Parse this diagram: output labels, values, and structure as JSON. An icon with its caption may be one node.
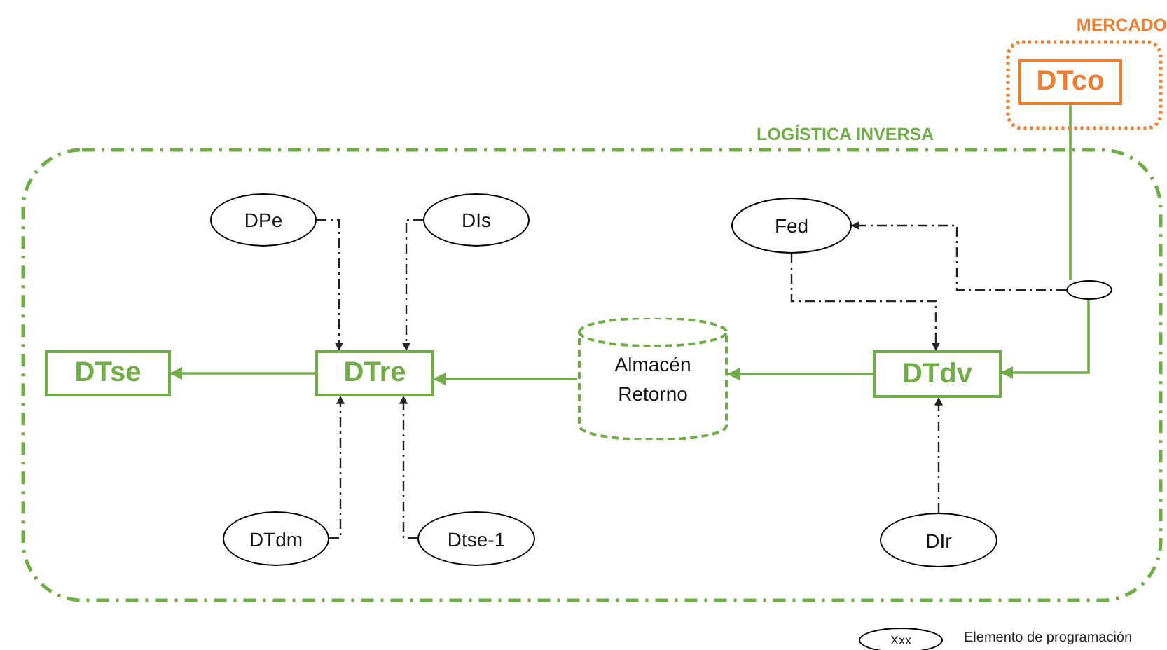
{
  "diagram": {
    "nodes": [
      {
        "text": [
          "LOGÍSTICA INVERSA"
        ]
      },
      {
        "text": [
          "MERCADO"
        ]
      },
      {
        "text": [
          "DTco"
        ],
        "in": 1
      },
      {
        "text": [
          "DPe"
        ],
        "in": 0
      },
      {
        "text": [
          "DIs"
        ],
        "in": 0
      },
      {
        "text": [
          "Fed"
        ],
        "in": 0
      },
      {
        "text": [
          "DTse"
        ],
        "in": 0
      },
      {
        "text": [
          "DTre"
        ],
        "in": 0
      },
      {
        "text": [
          "Almacén Retorno"
        ],
        "in": 0
      },
      {
        "text": [
          "DTdv"
        ],
        "in": 0
      },
      {
        "text": [],
        "shape": "ellipse",
        "in": 0
      },
      {
        "text": [
          "DTdm"
        ],
        "in": 0
      },
      {
        "text": [
          "Dtse-1"
        ],
        "in": 0
      },
      {
        "text": [
          "DIr"
        ],
        "in": 0
      }
    ],
    "edges": [
      {
        "from": 2,
        "to": 10,
        "arrow": "none",
        "color": "#70ad47"
      },
      {
        "from": 10,
        "to": 9,
        "arrow": "to",
        "color": "#70ad47"
      },
      {
        "from": 9,
        "to": 8,
        "arrow": "to",
        "color": "#70ad47"
      },
      {
        "from": 8,
        "to": 7,
        "arrow": "to",
        "color": "#70ad47"
      },
      {
        "from": 7,
        "to": 6,
        "arrow": "to",
        "color": "#70ad47"
      },
      {
        "from": 3,
        "to": 7,
        "arrow": "to",
        "style": "dashed"
      },
      {
        "from": 4,
        "to": 7,
        "arrow": "to",
        "style": "dashed"
      },
      {
        "from": 5,
        "to": 9,
        "arrow": "to",
        "style": "dashed"
      },
      {
        "from": 10,
        "to": 5,
        "arrow": "to",
        "style": "dashed"
      },
      {
        "from": 11,
        "to": 7,
        "arrow": "to",
        "style": "dashed"
      },
      {
        "from": 12,
        "to": 7,
        "arrow": "to",
        "style": "dashed"
      },
      {
        "from": 13,
        "to": 9,
        "arrow": "to",
        "style": "dashed"
      }
    ],
    "labels": [
      "Xxx"
    ],
    "legend": [
      {
        "text": "Elemento de programación"
      }
    ]
  }
}
